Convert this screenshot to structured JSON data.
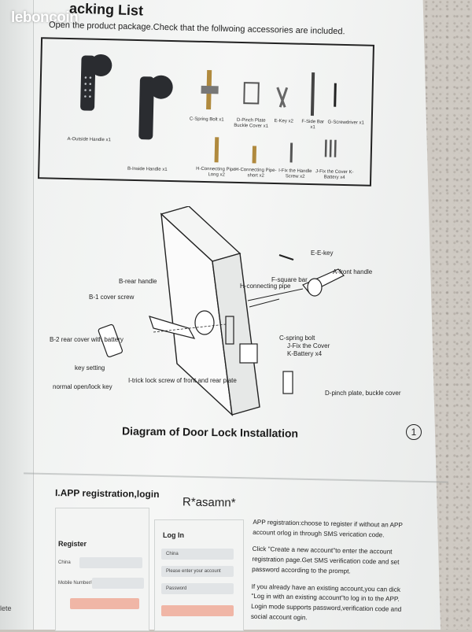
{
  "watermark": "leboncoin",
  "packing": {
    "title": "acking List",
    "intro": "Open the product package.Check that the follwoing accessories are included.",
    "items": [
      {
        "label": "A-Outside Handle x1"
      },
      {
        "label": "B-Inside Handle x1"
      },
      {
        "label": "C-Spring Bolt x1"
      },
      {
        "label": "D-Pinch Plate Buckle Cover x1"
      },
      {
        "label": "E-Key x2"
      },
      {
        "label": "F-Side Bar x1"
      },
      {
        "label": "G-Screwdriver x1"
      },
      {
        "label": "H-Connecting Pipe-Long x2"
      },
      {
        "label": "H-Connecting Pipe-short x2"
      },
      {
        "label": "I-Fix the Handle Screw x2"
      },
      {
        "label": "J-Fix the Cover K-Battery x4"
      }
    ]
  },
  "diagram": {
    "labels": {
      "e_key": "E-E-key",
      "a_front": "A-front handle",
      "f_square": "F-square bar",
      "h_pipe": "H-connecting pipe",
      "b_rear": "B-rear handle",
      "b1_cover": "B-1 cover screw",
      "b2_rear": "B-2 rear cover with battery",
      "key_setting": "key setting",
      "normal_open": "normal open/lock key",
      "i_trick": "I-trick lock screw of front and rear plate",
      "c_spring": "C-spring bolt",
      "j_fix": "J-Fix the Cover",
      "k_battery": "K-Battery x4",
      "d_pinch": "D-pinch plate, buckle cover"
    },
    "caption": "Diagram of Door Lock Installation",
    "page_number": "1"
  },
  "app": {
    "section_title": "I.APP registration,login",
    "brand": "R*asamn*",
    "register_screen": {
      "title": "Register",
      "country": "China",
      "mobile_label": "Mobile Number/Email"
    },
    "login_screen": {
      "title": "Log In",
      "country": "China",
      "account_placeholder": "Please enter your account",
      "password_label": "Password"
    },
    "instructions": [
      "APP registration:choose to register if without an APP account orlog in through SMS verication code.",
      "Click \"Create a new account\"to enter the account registration page.Get SMS verification code and set password according to the prompt.",
      "If you already have an existing account,you can dick \"Log in with an existing account\"to log in to the APP. Login mode supports password,verification code and social account ogin."
    ]
  },
  "margin_text": "lete",
  "colors": {
    "paper": "#f3f5f4",
    "ink": "#1a1a1a",
    "button": "#f0b6a6",
    "field": "#e1e4e6"
  }
}
